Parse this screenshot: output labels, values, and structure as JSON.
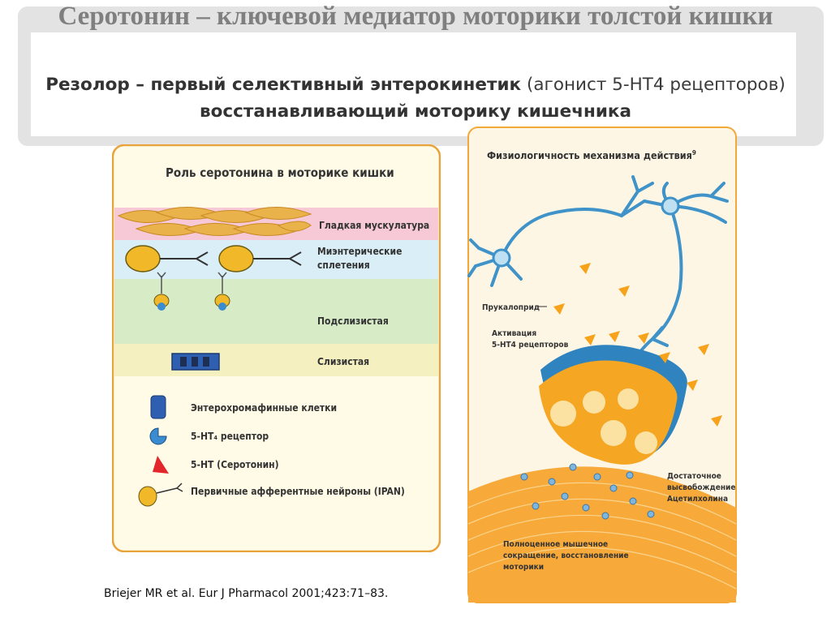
{
  "slide": {
    "title": "Серотонин – ключевой медиатор моторики толстой кишки",
    "subtitle_bold_1": "Резолор – первый селективный энтерокинетик",
    "subtitle_normal": " (агонист 5-HT4 рецепторов) ",
    "subtitle_bold_2": "восстанавливающий моторику кишечника",
    "citation": "Briejer MR et al. Eur J Pharmacol 2001;423:71–83."
  },
  "left_figure": {
    "title": "Роль серотонина в моторике кишки",
    "layers": {
      "smooth_muscle": "Гладкая мускулатура",
      "myenteric_1": "Миэнтерические",
      "myenteric_2": "сплетения",
      "submucosa": "Подслизистая",
      "mucosa": "Слизистая"
    },
    "legend": {
      "ec_cells": "Энтерохромафинные клетки",
      "receptor": "5-HT₄ рецептор",
      "serotonin": "5-HT (Серотонин)",
      "ipan": "Первичные афферентные нейроны (IPAN)"
    },
    "colors": {
      "muscle_band": "#f7c9d6",
      "plexus_band": "#d9eef7",
      "submucosa_band": "#d6ebc6",
      "mucosa_band": "#f4f0c0",
      "border": "#e8a33a"
    }
  },
  "right_figure": {
    "title": "Физиологичность механизма действия",
    "title_superscript": "9",
    "labels": {
      "prucalopride": "Прукалоприд",
      "activation_1": "Активация",
      "activation_2": "5-HT4 рецепторов",
      "release_1": "Достаточное",
      "release_2": "высвобождение",
      "release_3": "Ацетилхолина",
      "contraction_1": "Полноценное мышечное",
      "contraction_2": "сокращение, восстановление",
      "contraction_3": "моторики"
    },
    "colors": {
      "neuron": "#3f93c8",
      "terminal_fill": "#f5a623",
      "drug": "#f7a21b",
      "background": "#fdf6e4"
    }
  }
}
